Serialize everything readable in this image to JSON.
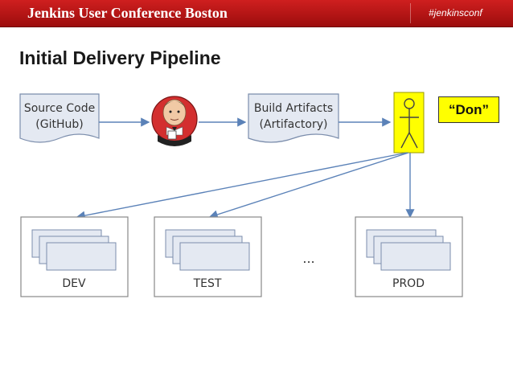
{
  "header": {
    "title": "Jenkins User Conference Boston",
    "hashtag": "#jenkinsconf"
  },
  "slide": {
    "title": "Initial Delivery Pipeline"
  },
  "diagram": {
    "source": {
      "line1": "Source Code",
      "line2": "(GitHub)"
    },
    "artifacts": {
      "line1": "Build Artifacts",
      "line2": "(Artifactory)"
    },
    "actor_label": "“Don”",
    "environments": {
      "dev": "DEV",
      "test": "TEST",
      "ellipsis": "...",
      "prod": "PROD"
    }
  },
  "colors": {
    "header_red": "#b3121a",
    "actor_yellow": "#ffff00",
    "doc_fill": "#e4e9f2",
    "arrow": "#5b82b8"
  },
  "icons": [
    "jenkins-butler-icon",
    "stick-figure-actor-icon"
  ]
}
